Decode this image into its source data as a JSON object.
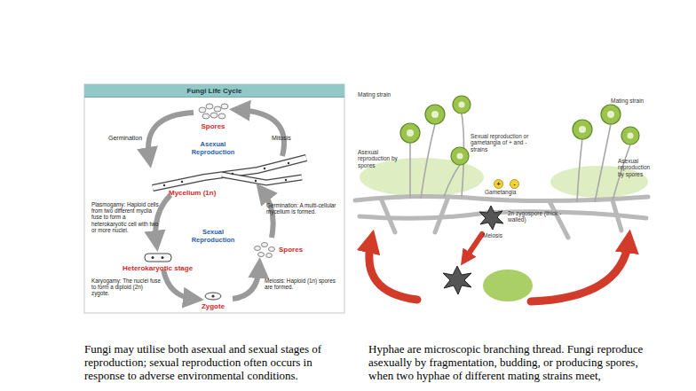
{
  "diagram": {
    "nodes": [
      {
        "text": [
          "Fungi Life Cycle"
        ]
      }
    ],
    "labels": [
      "Spores",
      "Asexual Reproduction",
      "Germination",
      "Mitosis",
      "Mycelium (1n)",
      "Plasmogamy: Haploid cells from two different myclia fuse to form a heterokaryotic cell with two or more nuclei.",
      "Germination: A multi-cellular mycelium is formed.",
      "Sexual Reproduction",
      "Spores",
      "Heterokaryotic stage",
      "Karyogamy: The nuclei fuse to form a diploid (2n) zygote.",
      "Meiosis: Haploid (1n) spores are formed.",
      "Zygote",
      "Mating strain",
      "Asexual reproduction by spores",
      "Sexual reproduction or gametangia of + and - strains",
      "Mating strain",
      "Asexual reproduction by spores",
      "+",
      "-",
      "Gametangia",
      "2n zygospore (thick - walled)",
      "Meiosis",
      "Fungi may utilise both asexual and sexual stages of reproduction; sexual reproduction often occurs in response to adverse environmental conditions.",
      "Hyphae are microscopic branching thread. Fungi reproduce asexually by fragmentation, budding, or producing spores, when two hyphae of different mating strains meet,"
    ]
  }
}
